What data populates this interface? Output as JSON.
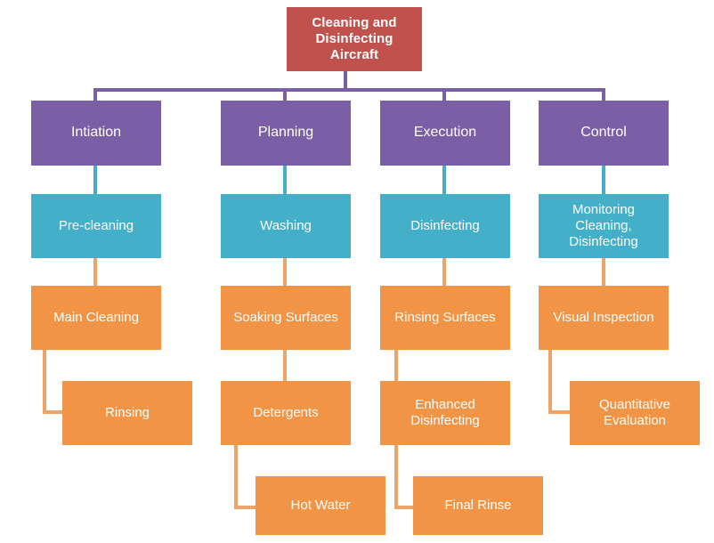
{
  "diagram": {
    "title_box": {
      "label": "Cleaning and Disinfecting Aircraft"
    },
    "colors": {
      "title": "#c0514d",
      "phase": "#7b5fa6",
      "step": "#44afc8",
      "task": "#f29446",
      "connector_purple": "#7b5fa6",
      "connector_teal": "#44afc8",
      "connector_orange": "#f0a367",
      "text": "#ffffff",
      "background": "#ffffff"
    },
    "columns": [
      {
        "phase": "Intiation",
        "items": [
          "Pre-cleaning",
          "Main Cleaning",
          "Rinsing"
        ]
      },
      {
        "phase": "Planning",
        "items": [
          "Washing",
          "Soaking Surfaces",
          "Detergents",
          "Hot Water"
        ]
      },
      {
        "phase": "Execution",
        "items": [
          "Disinfecting",
          "Rinsing Surfaces",
          "Enhanced Disinfecting",
          "Final Rinse"
        ]
      },
      {
        "phase": "Control",
        "items": [
          "Monitoring Cleaning, Disinfecting",
          "Visual Inspection",
          "Quantitative Evaluation"
        ]
      }
    ],
    "nodes": {
      "title": "Cleaning and Disinfecting Aircraft",
      "intiation": "Intiation",
      "planning": "Planning",
      "execution": "Execution",
      "control": "Control",
      "pre_cleaning": "Pre-cleaning",
      "washing": "Washing",
      "disinfecting": "Disinfecting",
      "monitoring": "Monitoring Cleaning, Disinfecting",
      "main_cleaning": "Main Cleaning",
      "soaking_surfaces": "Soaking Surfaces",
      "rinsing_surfaces": "Rinsing Surfaces",
      "visual_inspection": "Visual Inspection",
      "rinsing": "Rinsing",
      "detergents": "Detergents",
      "enhanced_disinfecting": "Enhanced Disinfecting",
      "quantitative_evaluation": "Quantitative Evaluation",
      "hot_water": "Hot Water",
      "final_rinse": "Final Rinse"
    }
  }
}
